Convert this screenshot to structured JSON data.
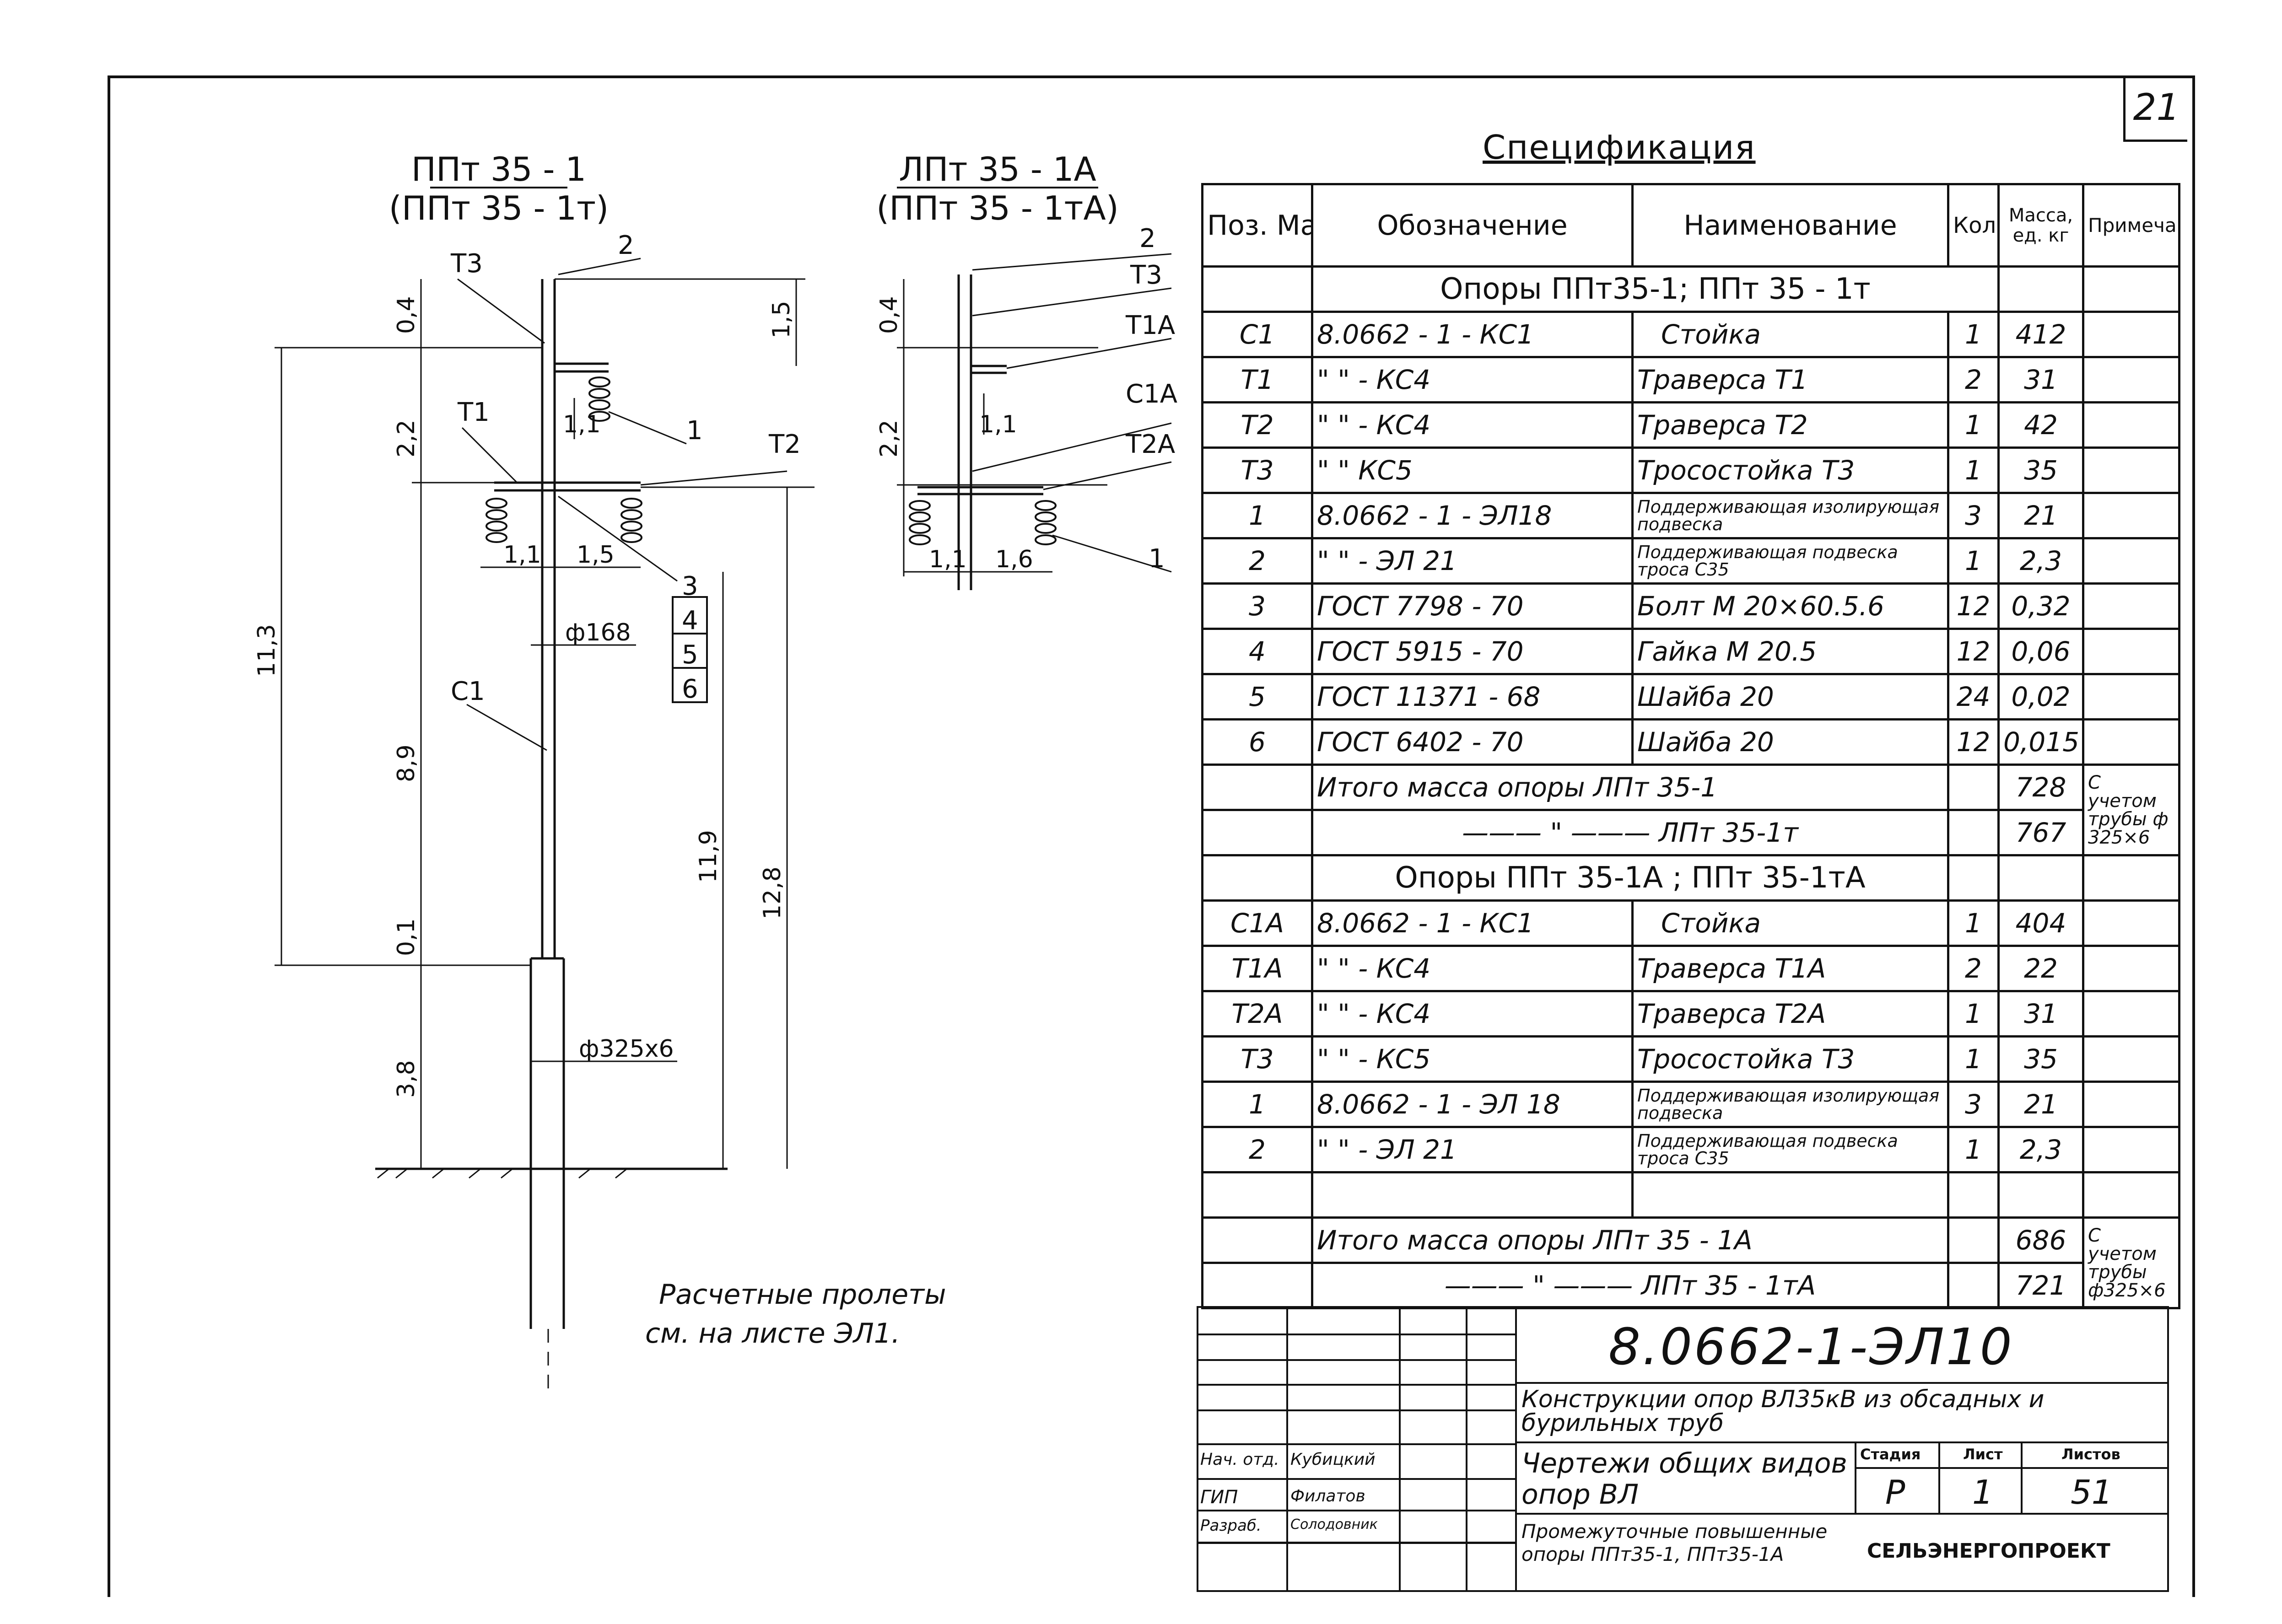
{
  "sheet_number": "21",
  "drawing": {
    "left_title": {
      "main": "ППт 35 - 1",
      "alt": "(ППт 35 - 1т)"
    },
    "right_title": {
      "main": "ЛПт 35 - 1А",
      "alt": "(ППт 35 - 1тА)"
    },
    "labels": {
      "T3": "Т3",
      "T1": "Т1",
      "T2": "Т2",
      "C1": "С1",
      "T1A": "Т1А",
      "C1A": "С1А",
      "T2A": "Т2А",
      "n1": "1",
      "n2": "2",
      "n3": "3",
      "n4": "4",
      "n5": "5",
      "n6": "6"
    },
    "dims": {
      "d04": "0,4",
      "d15": "1,5",
      "d22": "2,2",
      "d11": "1,1",
      "d113": "11,3",
      "d89": "8,9",
      "d119": "11,9",
      "d128": "12,8",
      "d01": "0,1",
      "d38": "3,8",
      "d11b": "1,1",
      "d15b": "1,5",
      "d16": "1,6",
      "pipe168": "ф168",
      "pipe325": "ф325х6"
    },
    "note_line1": "Расчетные пролеты",
    "note_line2": "см. на листе ЭЛ1."
  },
  "spec": {
    "title": "Спецификация",
    "headers": {
      "pos": "Поз. Марка",
      "des": "Обозначение",
      "name": "Наименование",
      "qty": "Кол.",
      "mass": "Масса, ед. кг",
      "note": "Примечание"
    },
    "section1": "Опоры ППт35-1; ППт 35 - 1т",
    "rows1": [
      {
        "pos": "С1",
        "des": "8.0662 - 1 - КС1",
        "name": "Стойка",
        "qty": "1",
        "mass": "412"
      },
      {
        "pos": "Т1",
        "des": "\"        \" - КС4",
        "name": "Траверса Т1",
        "qty": "2",
        "mass": "31"
      },
      {
        "pos": "Т2",
        "des": "\"        \" - КС4",
        "name": "Траверса Т2",
        "qty": "1",
        "mass": "42"
      },
      {
        "pos": "Т3",
        "des": "\"        \" КС5",
        "name": "Тросостойка Т3",
        "qty": "1",
        "mass": "35"
      },
      {
        "pos": "1",
        "des": "8.0662 - 1 - ЭЛ18",
        "name": "Поддерживающая изолирующая подвеска",
        "qty": "3",
        "mass": "21"
      },
      {
        "pos": "2",
        "des": "\"        \" - ЭЛ 21",
        "name": "Поддерживающая подвеска троса С35",
        "qty": "1",
        "mass": "2,3"
      },
      {
        "pos": "3",
        "des": "ГОСТ 7798 - 70",
        "name": "Болт М 20×60.5.6",
        "qty": "12",
        "mass": "0,32"
      },
      {
        "pos": "4",
        "des": "ГОСТ 5915 - 70",
        "name": "Гайка М 20.5",
        "qty": "12",
        "mass": "0,06"
      },
      {
        "pos": "5",
        "des": "ГОСТ 11371 - 68",
        "name": "Шайба 20",
        "qty": "24",
        "mass": "0,02"
      },
      {
        "pos": "6",
        "des": "ГОСТ 6402 - 70",
        "name": "Шайба 20",
        "qty": "12",
        "mass": "0,015"
      }
    ],
    "total1a_label": "Итого масса опоры ЛПт 35-1",
    "total1a_mass": "728",
    "total1b_label": "——— \" ——— ЛПт 35-1т",
    "total1b_mass": "767",
    "total1_note": "С учетом трубы ф 325×6",
    "section2": "Опоры ППт 35-1А ; ППт 35-1тА",
    "rows2": [
      {
        "pos": "С1А",
        "des": "8.0662 - 1 - КС1",
        "name": "Стойка",
        "qty": "1",
        "mass": "404"
      },
      {
        "pos": "Т1А",
        "des": "\"        \" - КС4",
        "name": "Траверса Т1А",
        "qty": "2",
        "mass": "22"
      },
      {
        "pos": "Т2А",
        "des": "\"        \" - КС4",
        "name": "Траверса Т2А",
        "qty": "1",
        "mass": "31"
      },
      {
        "pos": "Т3",
        "des": "\"        \" - КС5",
        "name": "Тросостойка Т3",
        "qty": "1",
        "mass": "35"
      },
      {
        "pos": "1",
        "des": "8.0662 - 1 - ЭЛ 18",
        "name": "Поддерживающая изолирующая подвеска",
        "qty": "3",
        "mass": "21"
      },
      {
        "pos": "2",
        "des": "\"        \" - ЭЛ 21",
        "name": "Поддерживающая подвеска троса С35",
        "qty": "1",
        "mass": "2,3"
      }
    ],
    "total2a_label": "Итого масса опоры ЛПт 35 - 1А",
    "total2a_mass": "686",
    "total2b_label": "——— \" ——— ЛПт 35 - 1тА",
    "total2b_mass": "721",
    "total2_note": "С учетом трубы ф325×6"
  },
  "stamp": {
    "code": "8.0662-1-ЭЛ10",
    "project": "Конструкции опор ВЛ35кВ из обсадных и бурильных труб",
    "sheet_title": "Чертежи общих видов опор ВЛ",
    "sub_title": "Промежуточные повышенные опоры ППт35-1, ППт35-1А",
    "stage_label": "Стадия",
    "sheet_label": "Лист",
    "sheets_label": "Листов",
    "stage": "Р",
    "sheet": "1",
    "sheets": "51",
    "org": "СЕЛЬЭНЕРГОПРОЕКТ",
    "people": [
      {
        "role": "Нач. отд.",
        "name": "Кубицкий"
      },
      {
        "role": "ГИП",
        "name": "Филатов"
      },
      {
        "role": "Разраб.",
        "name": "Солодовник"
      }
    ]
  }
}
